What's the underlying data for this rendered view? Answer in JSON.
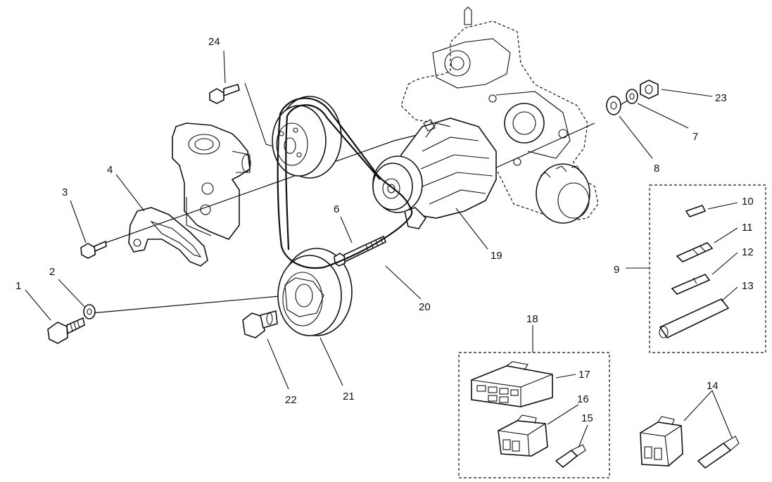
{
  "callouts": [
    {
      "id": "1",
      "text": "1"
    },
    {
      "id": "2",
      "text": "2"
    },
    {
      "id": "3",
      "text": "3"
    },
    {
      "id": "4",
      "text": "4"
    },
    {
      "id": "6",
      "text": "6"
    },
    {
      "id": "7",
      "text": "7"
    },
    {
      "id": "8",
      "text": "8"
    },
    {
      "id": "9",
      "text": "9"
    },
    {
      "id": "10",
      "text": "10"
    },
    {
      "id": "11",
      "text": "11"
    },
    {
      "id": "12",
      "text": "12"
    },
    {
      "id": "13",
      "text": "13"
    },
    {
      "id": "14",
      "text": "14"
    },
    {
      "id": "15",
      "text": "15"
    },
    {
      "id": "16",
      "text": "16"
    },
    {
      "id": "17",
      "text": "17"
    },
    {
      "id": "18",
      "text": "18"
    },
    {
      "id": "19",
      "text": "19"
    },
    {
      "id": "20",
      "text": "20"
    },
    {
      "id": "21",
      "text": "21"
    },
    {
      "id": "22",
      "text": "22"
    },
    {
      "id": "23",
      "text": "23"
    },
    {
      "id": "24",
      "text": "24"
    }
  ]
}
